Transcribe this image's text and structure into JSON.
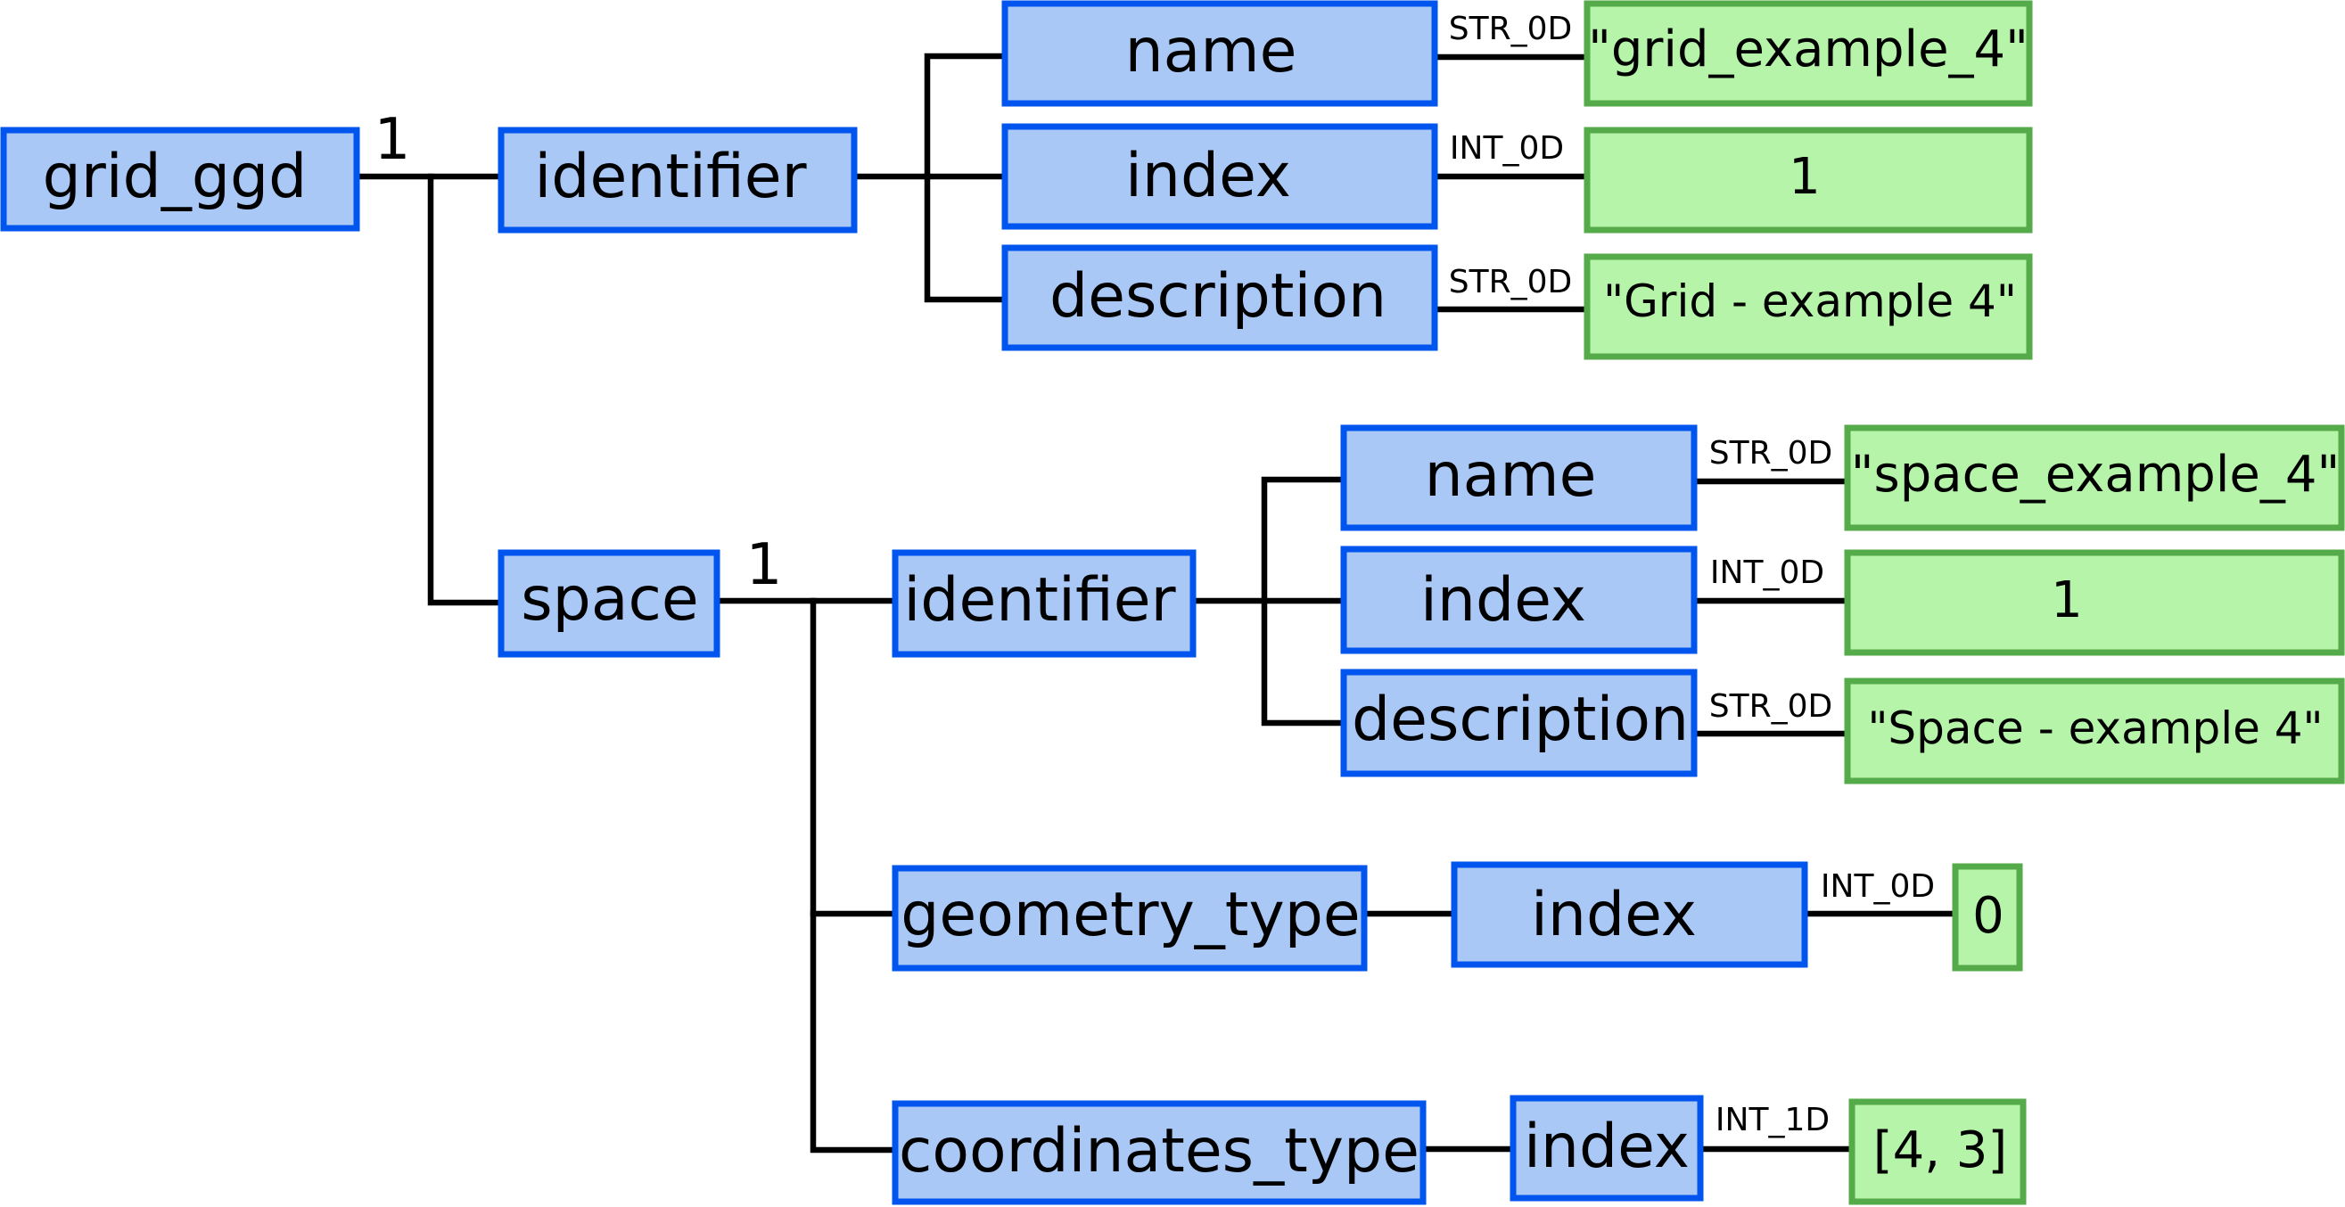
{
  "nodes": {
    "root": "grid_ggd",
    "gg_identifier": "identifier",
    "gg_id_name": "name",
    "gg_id_index": "index",
    "gg_id_description": "description",
    "space": "space",
    "sp_identifier": "identifier",
    "sp_id_name": "name",
    "sp_id_index": "index",
    "sp_id_description": "description",
    "geometry_type": "geometry_type",
    "geometry_type_index": "index",
    "coordinates_type": "coordinates_type",
    "coordinates_type_index": "index"
  },
  "values": {
    "gg_name": "\"grid_example_4\"",
    "gg_index": "1",
    "gg_description": "\"Grid - example 4\"",
    "sp_name": "\"space_example_4\"",
    "sp_index": "1",
    "sp_description": "\"Space - example 4\"",
    "geometry_type_index": "0",
    "coordinates_type_index": "[4, 3]"
  },
  "types": {
    "gg_name": "STR_0D",
    "gg_index": "INT_0D",
    "gg_description": "STR_0D",
    "sp_name": "STR_0D",
    "sp_index": "INT_0D",
    "sp_description": "STR_0D",
    "geometry_type_index": "INT_0D",
    "coordinates_type_index": "INT_1D"
  },
  "multiplicity": {
    "root_to_children": "1",
    "space_to_children": "1"
  },
  "colors": {
    "structure_fill": "#a9c8f6",
    "structure_border": "#0055ee",
    "value_fill": "#b6f4aa",
    "value_border": "#55aa4a",
    "connector": "#000000"
  }
}
